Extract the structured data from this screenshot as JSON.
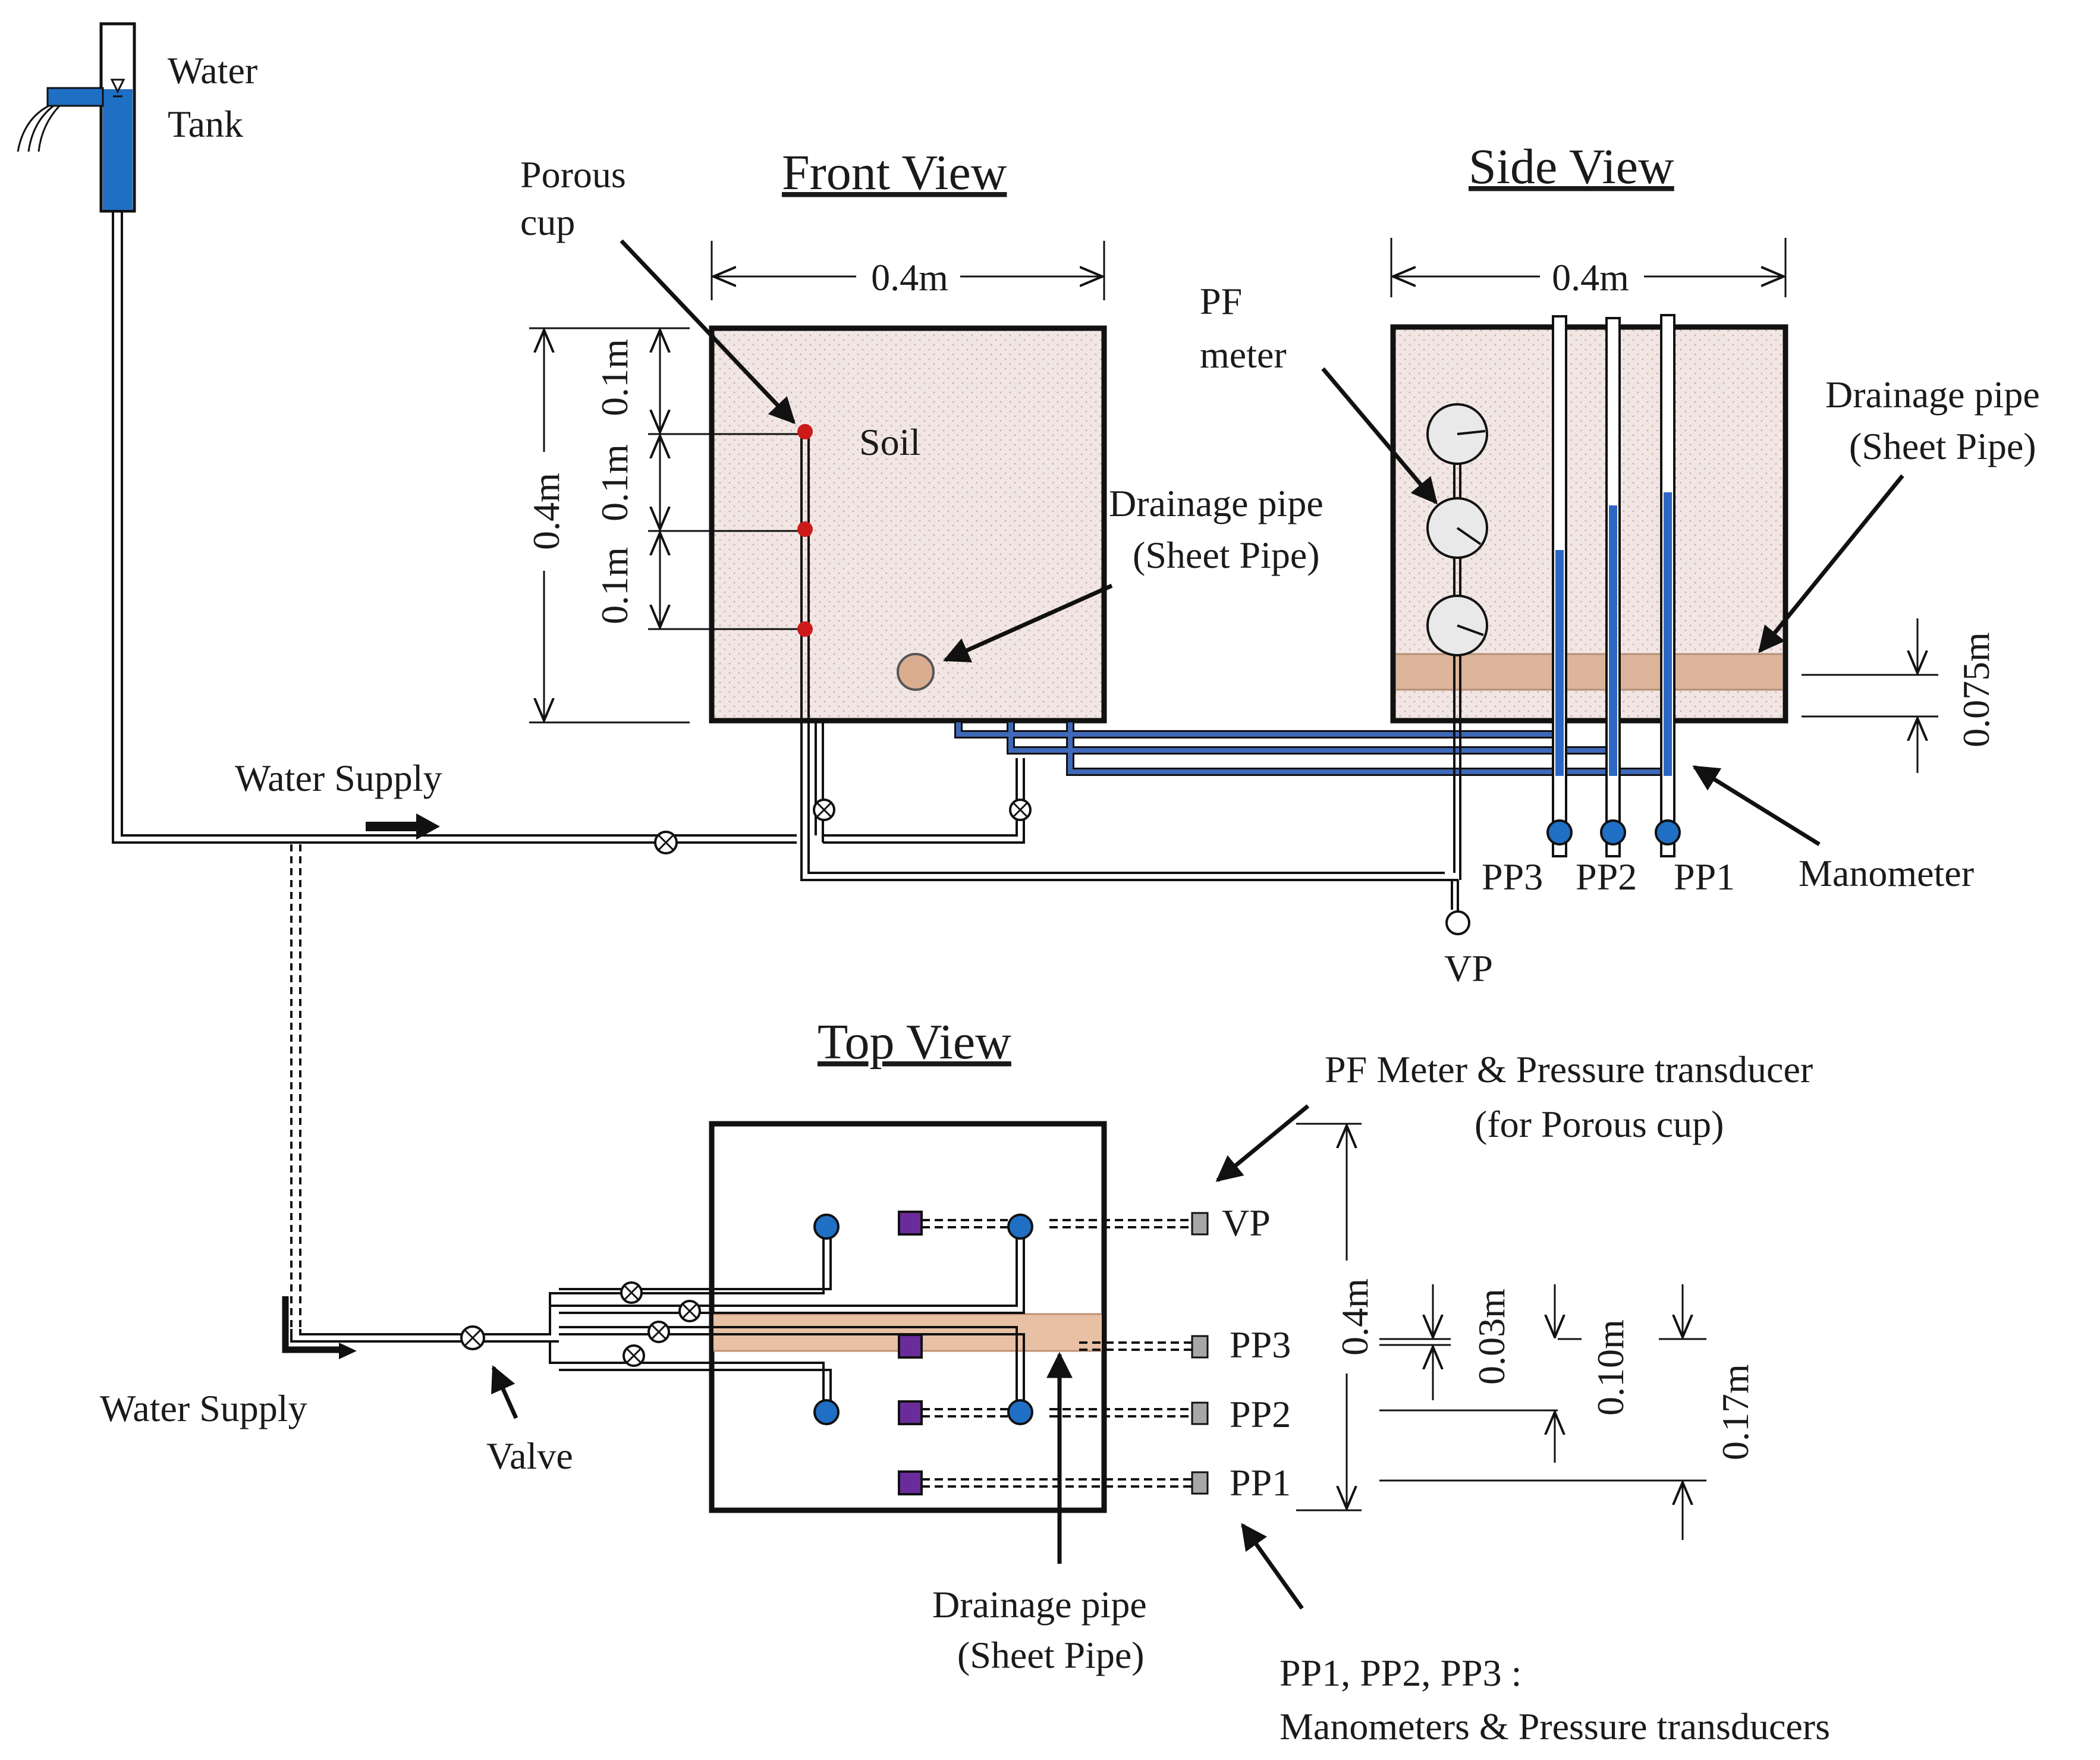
{
  "colors": {
    "soil": "#f1e6e3",
    "pipe_beige": "#dcb59b",
    "water_blue": "#1f6fc4",
    "manometer_blue": "#3f68b8",
    "porous_red": "#cc1a1a",
    "transducer_purple": "#6a2c9a",
    "transducer_gray": "#a7a7a7",
    "line_black": "#111111"
  },
  "labels": {
    "water_tank": [
      "Water",
      "Tank"
    ],
    "front_view": "Front View",
    "side_view": "Side View",
    "top_view": "Top View",
    "porous_cup": [
      "Porous",
      "cup"
    ],
    "soil": "Soil",
    "pf_meter": [
      "PF",
      "meter"
    ],
    "drainage_front": [
      "Drainage pipe",
      "(Sheet Pipe)"
    ],
    "drainage_side": [
      "Drainage pipe",
      "(Sheet Pipe)"
    ],
    "drainage_top": [
      "Drainage pipe",
      "(Sheet Pipe)"
    ],
    "water_supply_top": "Water Supply",
    "water_supply_bottom": "Water Supply",
    "valve": "Valve",
    "manometer": "Manometer",
    "vp": "VP",
    "pp1": "PP1",
    "pp2": "PP2",
    "pp3": "PP3",
    "pf_transducer": [
      "PF Meter & Pressure transducer",
      "(for Porous cup)"
    ],
    "pp_legend": [
      "PP1, PP2, PP3 :",
      "Manometers & Pressure transducers"
    ]
  },
  "dimensions": {
    "front_width": "0.4m",
    "front_height": "0.4m",
    "front_segments": [
      "0.1m",
      "0.1m",
      "0.1m"
    ],
    "side_width": "0.4m",
    "side_pipe_height": "0.075m",
    "top_height": "0.4m",
    "top_d1": "0.03m",
    "top_d2": "0.10m",
    "top_d3": "0.17m"
  },
  "top_view_labels": [
    "VP",
    "PP3",
    "PP2",
    "PP1"
  ]
}
